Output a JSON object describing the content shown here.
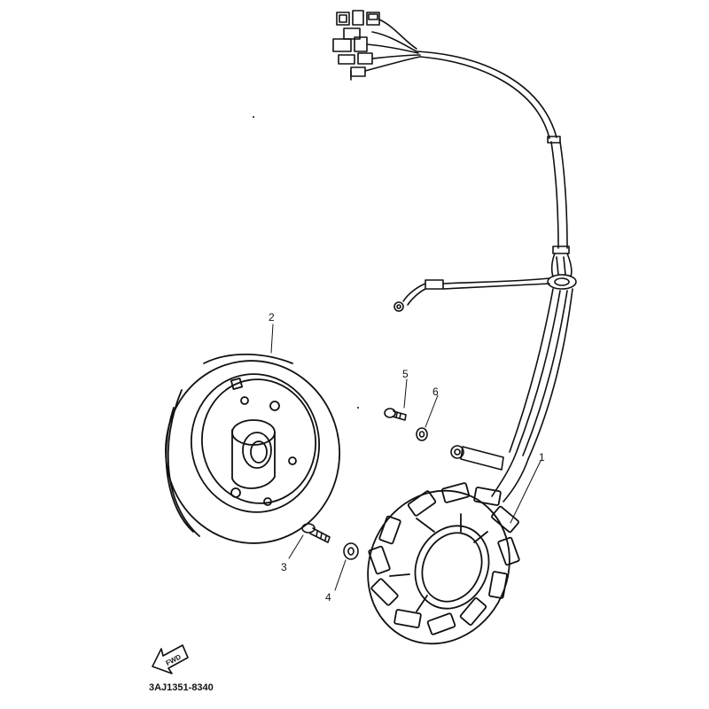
{
  "callouts": [
    {
      "id": "1",
      "label": "1"
    },
    {
      "id": "2",
      "label": "2"
    },
    {
      "id": "3",
      "label": "3"
    },
    {
      "id": "4",
      "label": "4"
    },
    {
      "id": "5",
      "label": "5"
    },
    {
      "id": "6",
      "label": "6"
    }
  ],
  "fwd_label": "FWD",
  "diagram_code": "3AJ1351-8340",
  "colors": {
    "ink": "#111111",
    "background": "#ffffff"
  }
}
